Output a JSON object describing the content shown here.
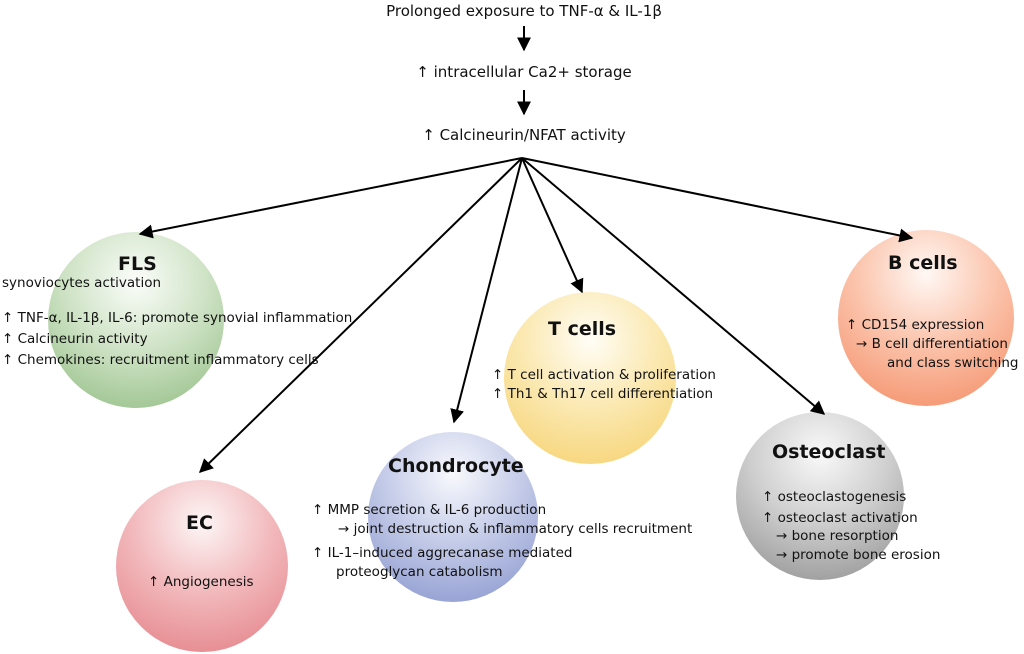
{
  "flow": {
    "step1": "Prolonged exposure to TNF-α & IL-1β",
    "step2": "↑ intracellular Ca2+ storage",
    "step3": "↑ Calcineurin/NFAT activity"
  },
  "fls": {
    "title": "FLS",
    "subtitle": "synoviocytes activation",
    "line1": "↑ TNF-α, IL-1β, IL-6: promote synovial inflammation",
    "line2": "↑ Calcineurin activity",
    "line3": "↑ Chemokines: recruitment inflammatory cells",
    "color": "#9cc28f"
  },
  "ec": {
    "title": "EC",
    "line1": "↑  Angiogenesis",
    "color": "#e88a8f"
  },
  "chondrocyte": {
    "title": "Chondrocyte",
    "line1": "↑ MMP secretion & IL-6 production",
    "line2": "→ joint destruction & inflammatory cells recruitment",
    "line3": "↑  IL-1–induced aggrecanase mediated",
    "line4": "proteoglycan catabolism",
    "color": "#8c9ad0"
  },
  "tcells": {
    "title": "T cells",
    "line1": "↑ T cell activation & proliferation",
    "line2": "↑ Th1 & Th17 cell differentiation",
    "color": "#f7d67c"
  },
  "osteoclast": {
    "title": "Osteoclast",
    "line1": "↑ osteoclastogenesis",
    "line2": "↑ osteoclast activation",
    "line3": "→ bone resorption",
    "line4": "→ promote bone erosion",
    "color": "#9a9a9a"
  },
  "bcells": {
    "title": "B cells",
    "line1": "↑ CD154 expression",
    "line2": "→ B cell differentiation",
    "line3": "and class switching",
    "color": "#f5906c"
  }
}
